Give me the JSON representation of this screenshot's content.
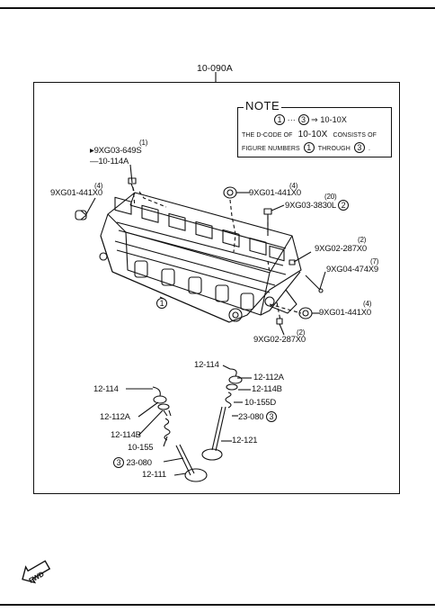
{
  "main_ref": "10-090A",
  "note": {
    "title": "NOTE",
    "circle_1": "1",
    "ellipsis": "···",
    "circle_3": "3",
    "arrow_target": "⇒ 10-10X",
    "line2_a": "THE D-CODE OF",
    "line2_b": "10-10X",
    "line2_c": "CONSISTS OF",
    "line3_a": "FIGURE NUMBERS",
    "line3_b": "THROUGH",
    "line3_end": "."
  },
  "callouts": {
    "bolt_a_qty": "(1)",
    "bolt_a_part": "9XG03-649S",
    "bolt_a_ref": "10-114A",
    "plug_left_qty": "(4)",
    "plug_left_part": "9XG01-441X0",
    "plug_top_qty": "(4)",
    "plug_top_part": "9XG01-441X0",
    "bolt_b_qty": "(20)",
    "bolt_b_part": "9XG03-3830L",
    "bolt_b_circle": "2",
    "pin_a_qty": "(2)",
    "pin_a_part": "9XG02-287X0",
    "stud_qty": "(7)",
    "stud_part": "9XG04-474X9",
    "plug_right_qty": "(4)",
    "plug_right_part": "9XG01-441X0",
    "pin_b_qty": "(2)",
    "pin_b_part": "9XG02-287X0",
    "head_circle": "1"
  },
  "valve_parts": {
    "left_seal_ref": "12-114",
    "left_retainer_ref": "12-112A",
    "left_key_ref": "12-114B",
    "left_spring_ref": "10-155",
    "left_valve_circle": "3",
    "left_valve_ref": "23-080",
    "left_valve_stem_ref": "12-111",
    "right_seal_ref": "12-114",
    "right_retainer_ref": "12-112A",
    "right_key_ref": "12-114B",
    "right_spring_ref": "10-155D",
    "right_valve_ref": "23-080",
    "right_valve_circle": "3",
    "right_valve_stem_ref": "12-121"
  },
  "fwd_label": "FWD"
}
